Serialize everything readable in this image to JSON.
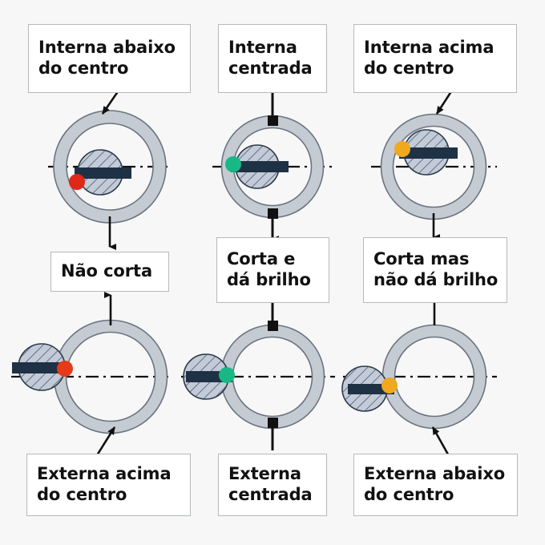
{
  "figure": {
    "background_color": "#f7f7f7",
    "language": "pt-BR",
    "ring_fill": "#c5cbd2",
    "ring_stroke": "#5a6472",
    "disc_fill": "#c3cbd8",
    "disc_stroke": "#2b3a4a",
    "bar_color": "#1f3144",
    "centerline_color": "#111111",
    "connector_color": "#111111"
  },
  "boxes": {
    "top_left": {
      "name": "interna-abaixo-do-centro",
      "line1": "Interna abaixo",
      "line2": "do centro"
    },
    "top_middle": {
      "name": "interna-centrada",
      "line1": "Interna",
      "line2": "centrada"
    },
    "top_right": {
      "name": "interna-acima-do-centro",
      "line1": "Interna acima",
      "line2": "do centro"
    },
    "mid_left": {
      "name": "nao-corta",
      "line1": "Não corta",
      "line2": ""
    },
    "mid_middle": {
      "name": "corta-e-da-brilho",
      "line1": "Corta e",
      "line2": "dá brilho"
    },
    "mid_right": {
      "name": "corta-mas-nao-da-brilho",
      "line1": "Corta mas",
      "line2": "não dá brilho"
    },
    "bottom_left": {
      "name": "externa-acima-do-centro",
      "line1": "Externa acima",
      "line2": "do centro"
    },
    "bottom_middle": {
      "name": "externa-centrada",
      "line1": "Externa",
      "line2": "centrada"
    },
    "bottom_right": {
      "name": "externa-abaixo-do-centro",
      "line1": "Externa abaixo",
      "line2": "do centro"
    }
  },
  "diagrams": [
    {
      "id": "top-left-ring",
      "position": "interna-abaixo-do-centro",
      "dot_color": "#e02718",
      "dot_label": "red-contact-dot",
      "contact_side": "inner",
      "offset_from_center": "below"
    },
    {
      "id": "top-middle-ring",
      "position": "interna-centrada",
      "dot_color": "#17b886",
      "dot_label": "green-contact-dot",
      "contact_side": "inner",
      "offset_from_center": "centered"
    },
    {
      "id": "top-right-ring",
      "position": "interna-acima-do-centro",
      "dot_color": "#f0a81e",
      "dot_label": "orange-contact-dot",
      "contact_side": "inner",
      "offset_from_center": "above"
    },
    {
      "id": "bottom-left-ring",
      "position": "externa-acima-do-centro",
      "dot_color": "#e83a18",
      "dot_label": "red-contact-dot",
      "contact_side": "outer",
      "offset_from_center": "above"
    },
    {
      "id": "bottom-middle-ring",
      "position": "externa-centrada",
      "dot_color": "#17b886",
      "dot_label": "green-contact-dot",
      "contact_side": "outer",
      "offset_from_center": "centered"
    },
    {
      "id": "bottom-right-ring",
      "position": "externa-abaixo-do-centro",
      "dot_color": "#f0a81e",
      "dot_label": "orange-contact-dot",
      "contact_side": "outer",
      "offset_from_center": "below"
    }
  ]
}
